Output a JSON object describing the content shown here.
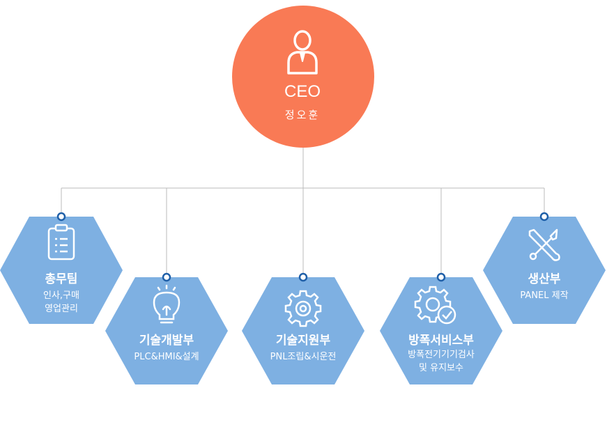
{
  "ceo": {
    "title": "CEO",
    "name": "정오훈",
    "color": "#F97A55"
  },
  "node_color": "#7EB0E2",
  "line_color": "#BBBBBB",
  "departments": [
    {
      "name": "총무팀",
      "desc": "인사,구매\n영업관리",
      "icon": "clipboard-icon"
    },
    {
      "name": "기술개발부",
      "desc": "PLC&HMI&설계",
      "icon": "lightbulb-icon"
    },
    {
      "name": "기술지원부",
      "desc": "PNL조립&시운전",
      "icon": "gear-icon"
    },
    {
      "name": "방폭서비스부",
      "desc": "방폭전기기기검사\n및 유지보수",
      "icon": "gear-check-icon"
    },
    {
      "name": "생산부",
      "desc": "PANEL 제작",
      "icon": "tools-icon"
    }
  ]
}
